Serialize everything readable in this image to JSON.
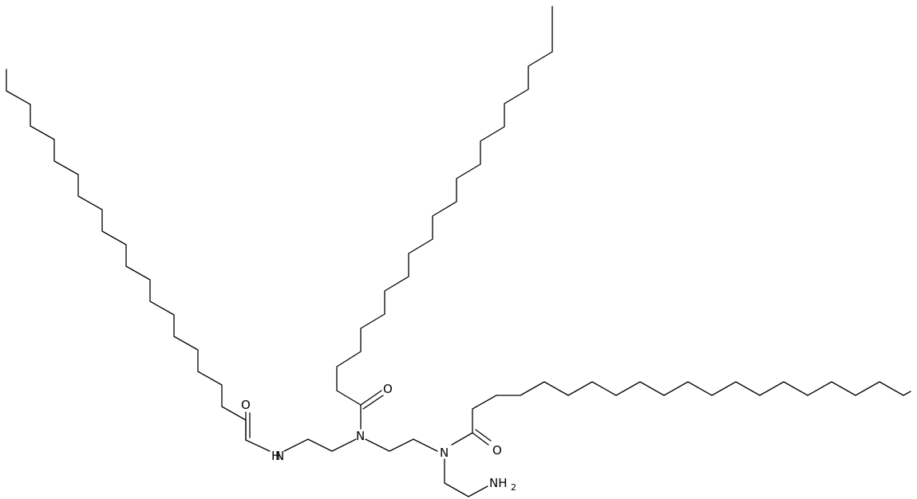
{
  "molecule": {
    "atoms": {
      "amide_nh": "N",
      "amide_nh_h": "H",
      "central_n_1": "N",
      "central_n_2": "N",
      "oxygen_1": "O",
      "oxygen_2": "O",
      "oxygen_3": "O",
      "terminal_amine": "NH",
      "terminal_amine_sub": "2"
    }
  }
}
